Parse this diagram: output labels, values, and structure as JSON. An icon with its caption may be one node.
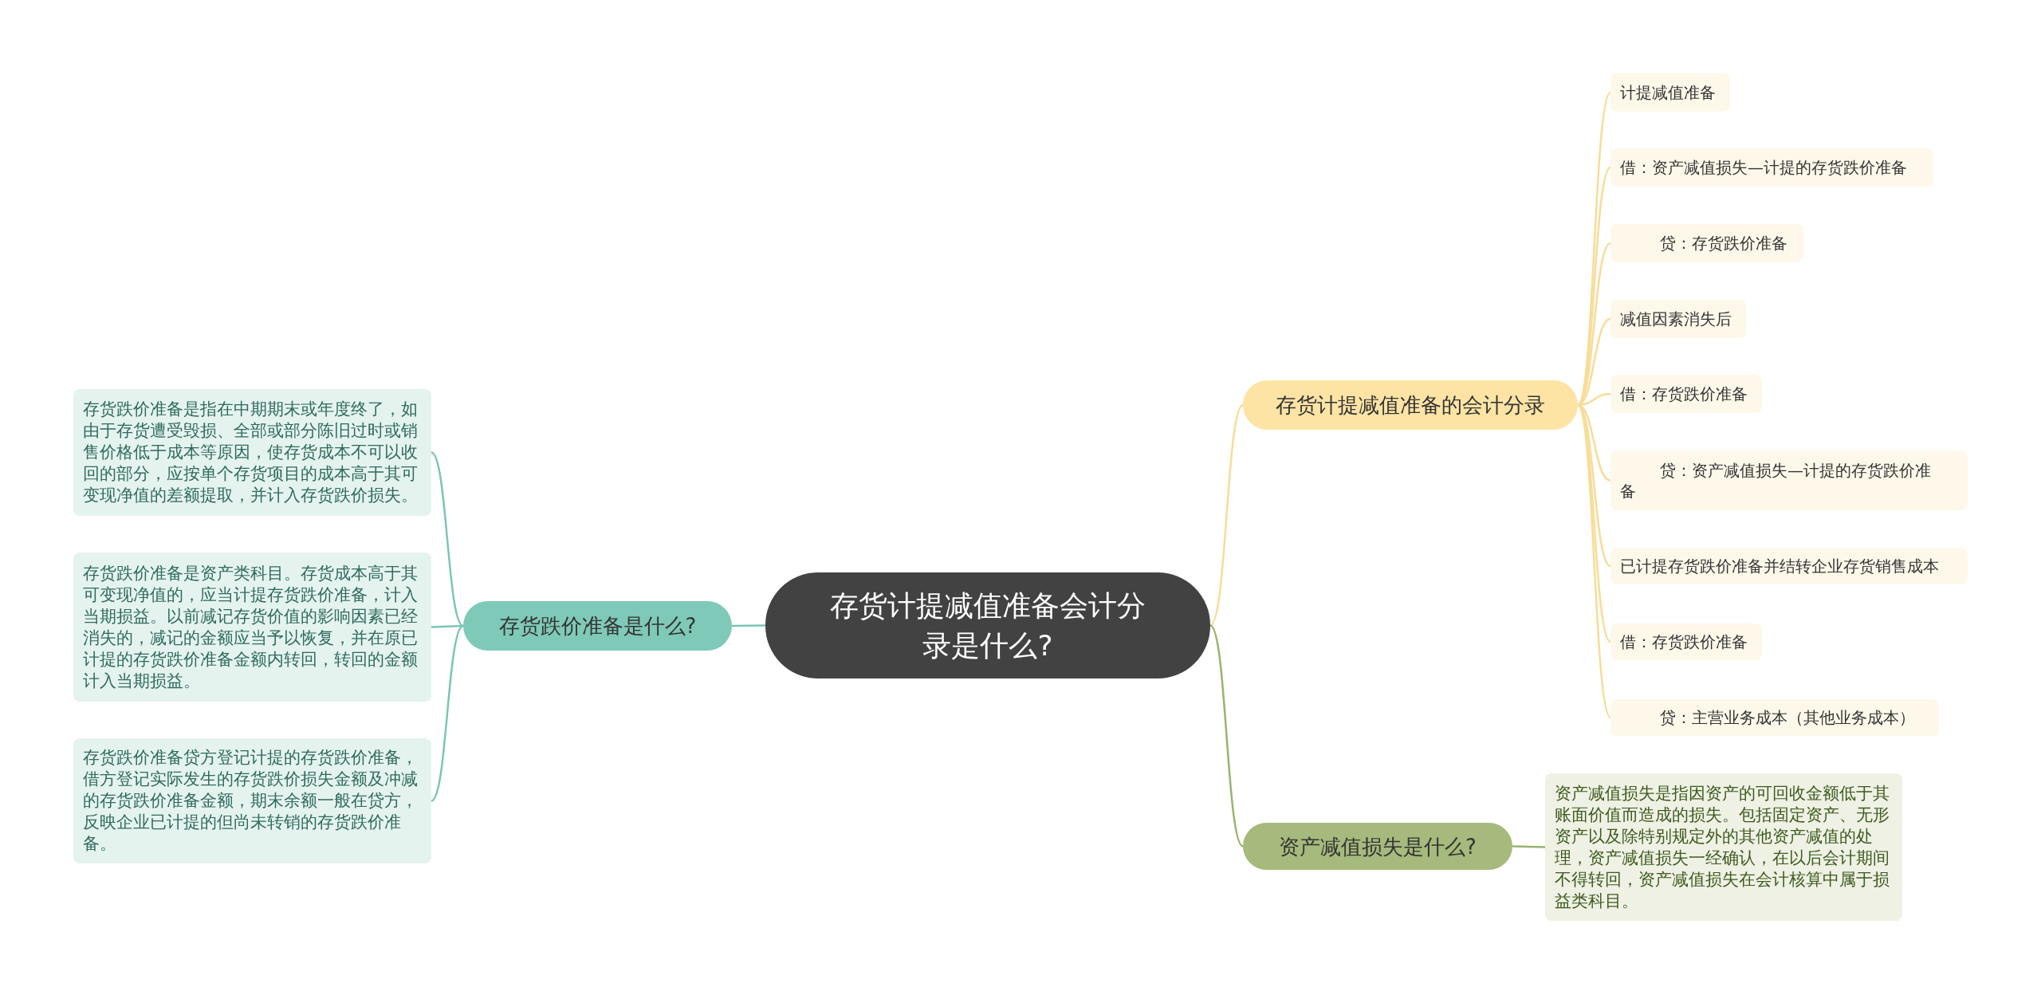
{
  "diagram": {
    "nodes": [
      {
        "text": [
          "存货计提减值准备会计分录是什么?"
        ]
      },
      {
        "text": [
          "存货跌价准备是什么?"
        ]
      },
      {
        "text": [
          "存货跌价准备是指在中期期末或年度终了，如由于存货遭受毁损、全部或部分陈旧过时或销售价格低于成本等原因，使存货成本不可以收回的部分，应按单个存货项目的成本高于其可变现净值的差额提取，并计入存货跌价损失。"
        ]
      },
      {
        "text": [
          "存货跌价准备是资产类科目。存货成本高于其可变现净值的，应当计提存货跌价准备，计入当期损益。以前减记存货价值的影响因素已经消失的，减记的金额应当予以恢复，并在原已计提的存货跌价准备金额内转回，转回的金额计入当期损益。"
        ]
      },
      {
        "text": [
          "存货跌价准备贷方登记计提的存货跌价准备，借方登记实际发生的存货跌价损失金额及冲减的存货跌价准备金额，期末余额一般在贷方，反映企业已计提的但尚未转销的存货跌价准备。"
        ]
      },
      {
        "text": [
          "存货计提减值准备的会计分录"
        ]
      },
      {
        "text": [
          "计提减值准备"
        ]
      },
      {
        "text": [
          "借：资产减值损失—计提的存货跌价准备"
        ]
      },
      {
        "text": [
          "贷：存货跌价准备"
        ]
      },
      {
        "text": [
          "减值因素消失后"
        ]
      },
      {
        "text": [
          "借：存货跌价准备"
        ]
      },
      {
        "text": [
          "贷：资产减值损失—计提的存货跌价准备"
        ]
      },
      {
        "text": [
          "已计提存货跌价准备并结转企业存货销售成本"
        ]
      },
      {
        "text": [
          "借：存货跌价准备"
        ]
      },
      {
        "text": [
          "贷：主营业务成本（其他业务成本）"
        ]
      },
      {
        "text": [
          "资产减值损失是什么?"
        ]
      },
      {
        "text": [
          "资产减值损失是指因资产的可回收金额低于其账面价值而造成的损失。包括固定资产、无形资产以及除特别规定外的其他资产减值的处理，资产减值损失一经确认，在以后会计期间不得转回，资产减值损失在会计核算中属于损益类科目。"
        ]
      }
    ],
    "edges": [
      {
        "from": 0,
        "to": 1,
        "arrow": "none",
        "color": "#7cc5b5"
      },
      {
        "from": 1,
        "to": 2,
        "arrow": "none",
        "color": "#7cc5b5"
      },
      {
        "from": 1,
        "to": 3,
        "arrow": "none",
        "color": "#7cc5b5"
      },
      {
        "from": 1,
        "to": 4,
        "arrow": "none",
        "color": "#7cc5b5"
      },
      {
        "from": 0,
        "to": 5,
        "arrow": "none"
      },
      {
        "from": 5,
        "to": 6,
        "arrow": "none"
      },
      {
        "from": 5,
        "to": 7,
        "arrow": "none"
      },
      {
        "from": 5,
        "to": 8,
        "arrow": "none"
      },
      {
        "from": 5,
        "to": 9,
        "arrow": "none"
      },
      {
        "from": 5,
        "to": 10,
        "arrow": "none"
      },
      {
        "from": 5,
        "to": 11,
        "arrow": "none"
      },
      {
        "from": 5,
        "to": 12,
        "arrow": "none"
      },
      {
        "from": 5,
        "to": 13,
        "arrow": "none"
      },
      {
        "from": 5,
        "to": 14,
        "arrow": "none"
      },
      {
        "from": 0,
        "to": 15,
        "arrow": "none",
        "color": "#9ab36d"
      },
      {
        "from": 15,
        "to": 16,
        "arrow": "none",
        "color": "#9ab36d"
      }
    ]
  }
}
